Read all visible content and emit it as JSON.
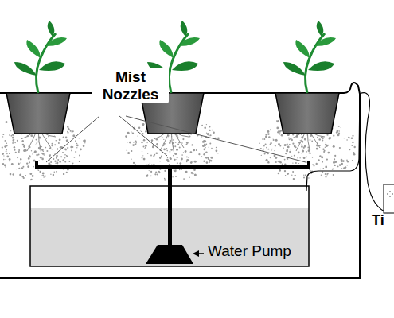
{
  "diagram": {
    "labels": [
      "Mist Nozzles",
      "Water Pump",
      "Ti"
    ]
  }
}
